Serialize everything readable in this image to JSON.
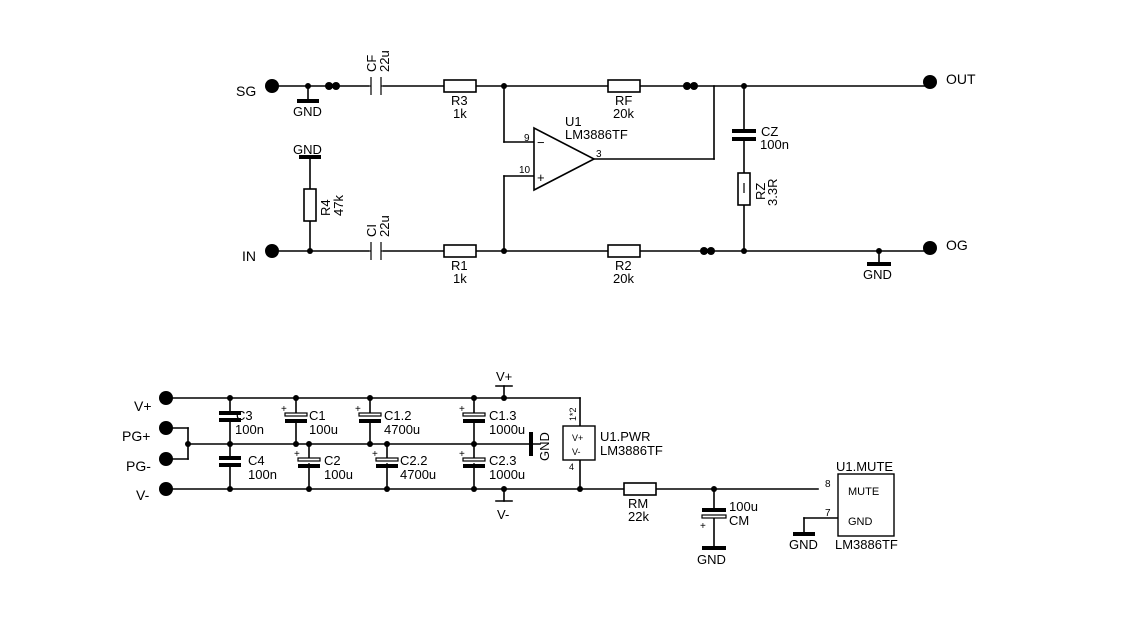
{
  "terminals": {
    "sg": "SG",
    "in": "IN",
    "out": "OUT",
    "og": "OG",
    "vp": "V+",
    "pgp": "PG+",
    "pgm": "PG-",
    "vm": "V-"
  },
  "gnd": "GND",
  "rails": {
    "vplus": "V+",
    "vminus": "V-"
  },
  "opamp": {
    "ref": "U1",
    "part": "LM3886TF",
    "pin_inv": "9",
    "pin_noninv": "10",
    "pin_out": "3",
    "minus": "−",
    "plus": "+"
  },
  "components": {
    "cf": {
      "ref": "CF",
      "value": "22u"
    },
    "ci": {
      "ref": "CI",
      "value": "22u"
    },
    "r3": {
      "ref": "R3",
      "value": "1k"
    },
    "r1": {
      "ref": "R1",
      "value": "1k"
    },
    "rf": {
      "ref": "RF",
      "value": "20k"
    },
    "r2": {
      "ref": "R2",
      "value": "20k"
    },
    "r4": {
      "ref": "R4",
      "value": "47k"
    },
    "cz": {
      "ref": "CZ",
      "value": "100n"
    },
    "rz": {
      "ref": "RZ",
      "value": "3.3R"
    },
    "c3": {
      "ref": "C3",
      "value": "100n"
    },
    "c1": {
      "ref": "C1",
      "value": "100u"
    },
    "c12": {
      "ref": "C1.2",
      "value": "4700u"
    },
    "c13": {
      "ref": "C1.3",
      "value": "1000u"
    },
    "c4": {
      "ref": "C4",
      "value": "100n"
    },
    "c2": {
      "ref": "C2",
      "value": "100u"
    },
    "c22": {
      "ref": "C2.2",
      "value": "4700u"
    },
    "c23": {
      "ref": "C2.3",
      "value": "1000u"
    },
    "rm": {
      "ref": "RM",
      "value": "22k"
    },
    "cm": {
      "ref": "CM",
      "value": "100u"
    }
  },
  "pwr": {
    "ref": "U1.PWR",
    "part": "LM3886TF",
    "vplus": "V+",
    "vminus": "V-",
    "pin_top": "1*2",
    "pin_bot": "4"
  },
  "mute": {
    "ref": "U1.MUTE",
    "part": "LM3886TF",
    "pin_mute": "MUTE",
    "pin_gnd": "GND",
    "num_mute": "8",
    "num_gnd": "7"
  },
  "polarity_mark": "+"
}
